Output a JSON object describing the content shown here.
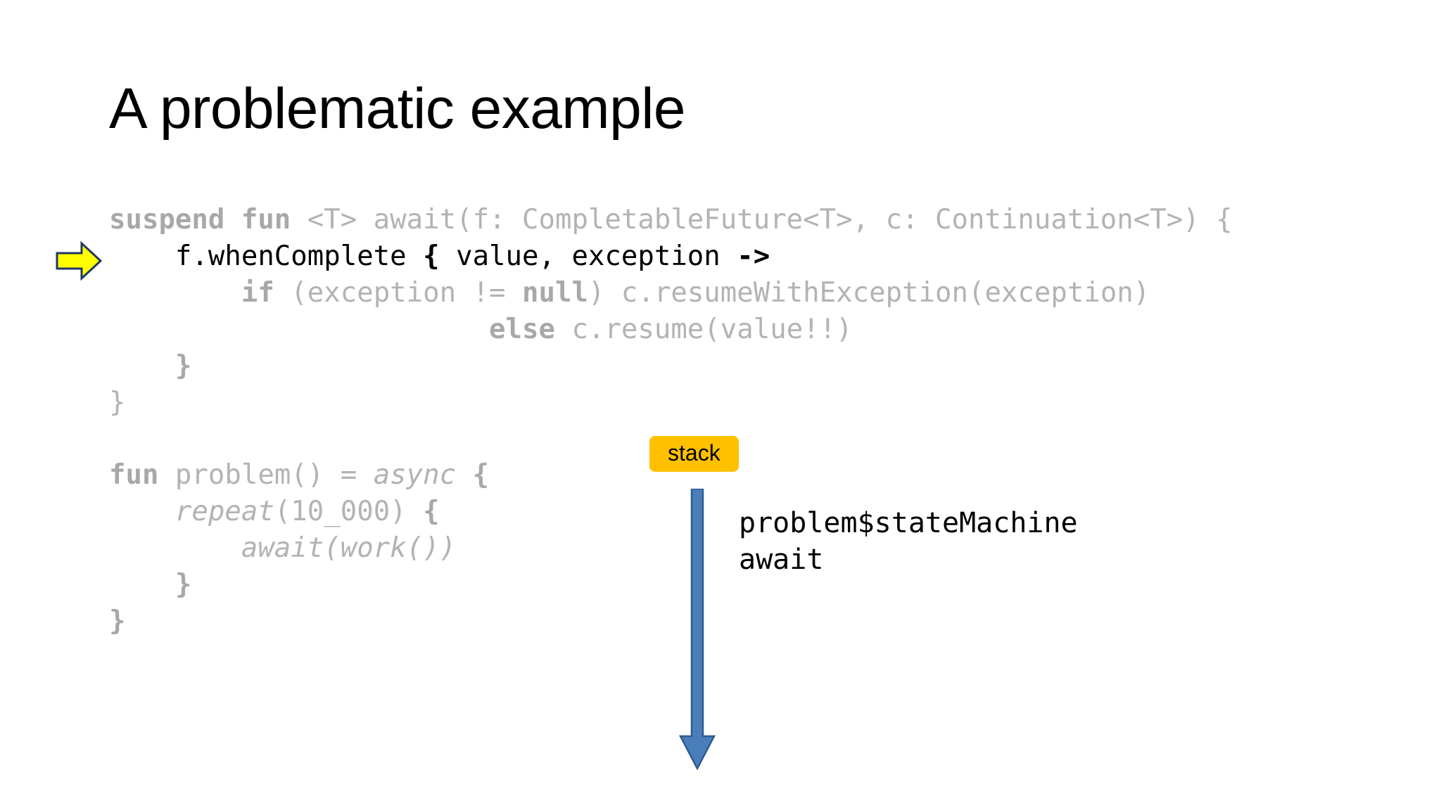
{
  "slide": {
    "title": "A problematic example",
    "background_color": "#ffffff"
  },
  "colors": {
    "code_dim": "#b3b3b3",
    "code_active": "#000000",
    "highlight_arrow_fill": "#ffff00",
    "highlight_arrow_stroke": "#1f3864",
    "stack_badge_bg": "#ffc000",
    "stack_badge_text": "#000000",
    "stack_arrow_fill": "#4a7ebb",
    "stack_arrow_stroke": "#2e5b8f"
  },
  "code_block_1": {
    "lines": [
      {
        "id": "await-signature",
        "active": false,
        "segments": [
          {
            "text": "suspend fun ",
            "style": "kw"
          },
          {
            "text": "<T> await(f: CompletableFuture<T>, c: Continuation<T>) {",
            "style": "plain"
          }
        ]
      },
      {
        "id": "when-complete",
        "active": true,
        "segments": [
          {
            "text": "    f.whenComplete ",
            "style": "plain"
          },
          {
            "text": "{",
            "style": "kw"
          },
          {
            "text": " value, exception ",
            "style": "plain"
          },
          {
            "text": "->",
            "style": "kw"
          }
        ]
      },
      {
        "id": "if-exception",
        "active": false,
        "segments": [
          {
            "text": "        ",
            "style": "plain"
          },
          {
            "text": "if",
            "style": "kw"
          },
          {
            "text": " (exception != ",
            "style": "plain"
          },
          {
            "text": "null",
            "style": "kw"
          },
          {
            "text": ") c.resumeWithException(exception)",
            "style": "plain"
          }
        ]
      },
      {
        "id": "else-resume",
        "active": false,
        "segments": [
          {
            "text": "                       ",
            "style": "plain"
          },
          {
            "text": "else",
            "style": "kw"
          },
          {
            "text": " c.resume(value!!)",
            "style": "plain"
          }
        ]
      },
      {
        "id": "close-lambda",
        "active": false,
        "segments": [
          {
            "text": "    ",
            "style": "plain"
          },
          {
            "text": "}",
            "style": "kw"
          }
        ]
      },
      {
        "id": "close-fun",
        "active": false,
        "segments": [
          {
            "text": "}",
            "style": "plain"
          }
        ]
      }
    ]
  },
  "code_block_2": {
    "lines": [
      {
        "id": "problem-signature",
        "active": false,
        "segments": [
          {
            "text": "fun",
            "style": "kw"
          },
          {
            "text": " problem() = ",
            "style": "plain"
          },
          {
            "text": "async",
            "style": "it"
          },
          {
            "text": " ",
            "style": "plain"
          },
          {
            "text": "{",
            "style": "kw"
          }
        ]
      },
      {
        "id": "repeat-loop",
        "active": false,
        "segments": [
          {
            "text": "    ",
            "style": "plain"
          },
          {
            "text": "repeat",
            "style": "it"
          },
          {
            "text": "(10_000) ",
            "style": "plain"
          },
          {
            "text": "{",
            "style": "kw"
          }
        ]
      },
      {
        "id": "await-work",
        "active": false,
        "segments": [
          {
            "text": "        ",
            "style": "plain"
          },
          {
            "text": "await(work())",
            "style": "it"
          }
        ]
      },
      {
        "id": "close-repeat",
        "active": false,
        "segments": [
          {
            "text": "    ",
            "style": "plain"
          },
          {
            "text": "}",
            "style": "kw"
          }
        ]
      },
      {
        "id": "close-problem",
        "active": false,
        "segments": [
          {
            "text": "}",
            "style": "kw"
          }
        ]
      }
    ]
  },
  "stack": {
    "label": "stack",
    "direction": "down",
    "frames": [
      "problem$stateMachine",
      "await"
    ]
  }
}
